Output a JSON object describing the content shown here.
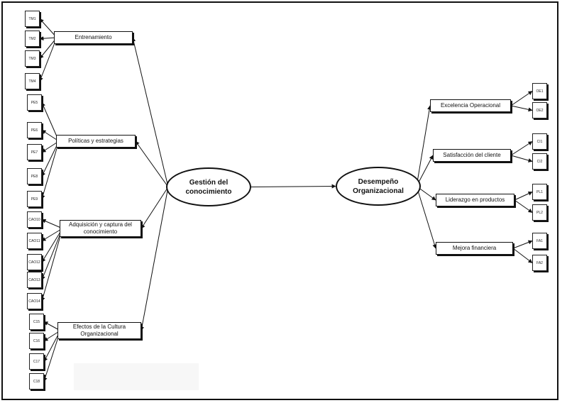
{
  "constructs": {
    "gestion": "Gestión del conocimiento",
    "desempeno": "Desempeño Organizacional"
  },
  "left_dimensions": [
    {
      "id": "entrenamiento",
      "label": "Entrenamiento",
      "indicators": [
        "TM1",
        "TM2",
        "TM3",
        "TM4"
      ]
    },
    {
      "id": "politicas",
      "label": "Políticas y estrategias",
      "indicators": [
        "PE5",
        "PE6",
        "PE7",
        "PE8",
        "PE9"
      ]
    },
    {
      "id": "adquisicion",
      "label": "Adquisición y captura del conocimiento",
      "indicators": [
        "CAO10",
        "CAO11",
        "CAO12",
        "CAO13",
        "CAO14"
      ]
    },
    {
      "id": "cultura",
      "label": "Efectos de la Cultura Organizacional",
      "indicators": [
        "C15",
        "C16",
        "C17",
        "C18"
      ]
    }
  ],
  "right_dimensions": [
    {
      "id": "excelencia",
      "label": "Excelencia Operacional",
      "indicators": [
        "OE1",
        "OE2"
      ]
    },
    {
      "id": "satisfaccion",
      "label": "Satisfacción del cliente",
      "indicators": [
        "CI1",
        "CI2"
      ]
    },
    {
      "id": "liderazgo",
      "label": "Liderazgo en productos",
      "indicators": [
        "PL1",
        "PL2"
      ]
    },
    {
      "id": "mejora",
      "label": "Mejora financiera",
      "indicators": [
        "FA1",
        "FA2"
      ]
    }
  ]
}
